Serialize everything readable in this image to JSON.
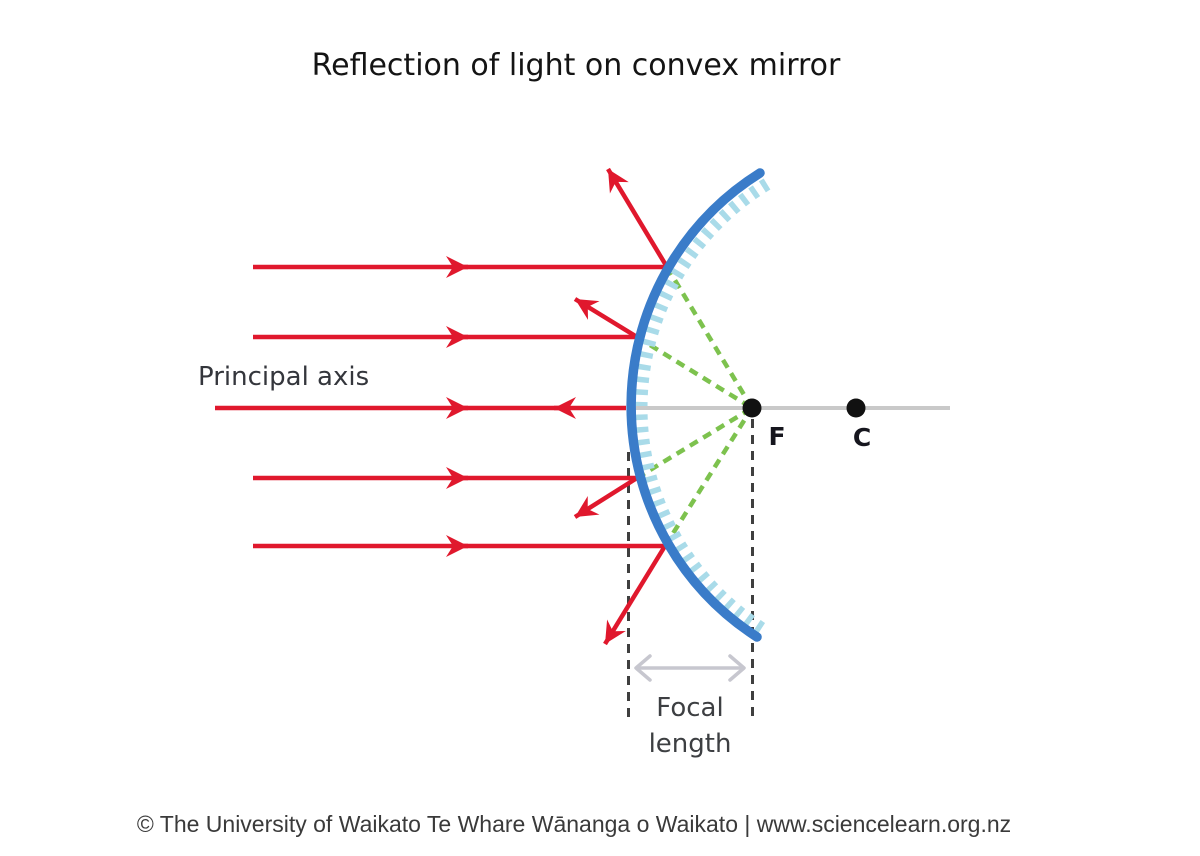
{
  "title": "Reflection of light on convex mirror",
  "diagram": {
    "principal_axis_label": "Principal axis",
    "focal_point_label": "F",
    "center_of_curvature_label": "C",
    "focal_length_label_line1": "Focal",
    "focal_length_label_line2": "length",
    "colors": {
      "light_ray": "#e0182d",
      "mirror_arc": "#3a7cc9",
      "mirror_hatch": "#a9dbe9",
      "virtual_ray": "#7dc24e",
      "principal_axis_line": "#c9c9c9",
      "dashed_guide": "#3f3f3f",
      "focal_length_arrow": "#c7c7cf",
      "point_marker": "#111111"
    }
  },
  "footer": {
    "credit": "© The University of Waikato Te Whare Wānanga o Waikato | www.sciencelearn.org.nz"
  }
}
